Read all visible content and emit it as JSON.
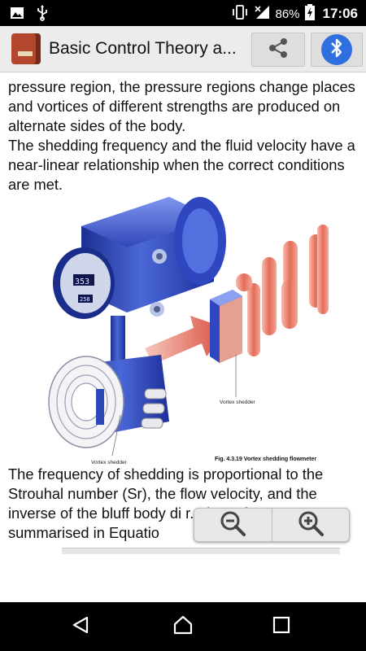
{
  "status_bar": {
    "battery": "86%",
    "time": "17:06",
    "icons": [
      "image-icon",
      "usb-icon",
      "vibrate-icon",
      "signal-icon",
      "battery-charging-icon"
    ]
  },
  "app_bar": {
    "title": "Basic Control Theory a...",
    "icons": [
      "app-book-icon",
      "share-icon",
      "bluetooth-icon"
    ]
  },
  "content": {
    "paragraph_top": "pressure region, the pressure regions change places and vortices of different strengths are produced on alternate sides of the body.\nThe shedding frequency and the fluid velocity have a near-linear relationship when the correct conditions are met.",
    "figure": {
      "display_reading": "353",
      "display_small": "258",
      "label_right": "Vortex shedder",
      "label_left": "Vortex shedder",
      "caption": "Fig. 4.3.19  Vortex shedding flowmeter"
    },
    "paragraph_bottom": "The frequency of shedding is proportional to the Strouhal number (Sr), the flow velocity, and the inverse of the bluff body di          r. These factors are summarised in Equatio"
  },
  "zoom": {
    "icons": [
      "zoom-out-icon",
      "zoom-in-icon"
    ]
  },
  "nav_bar": {
    "icons": [
      "back-icon",
      "home-icon",
      "recents-icon"
    ]
  }
}
